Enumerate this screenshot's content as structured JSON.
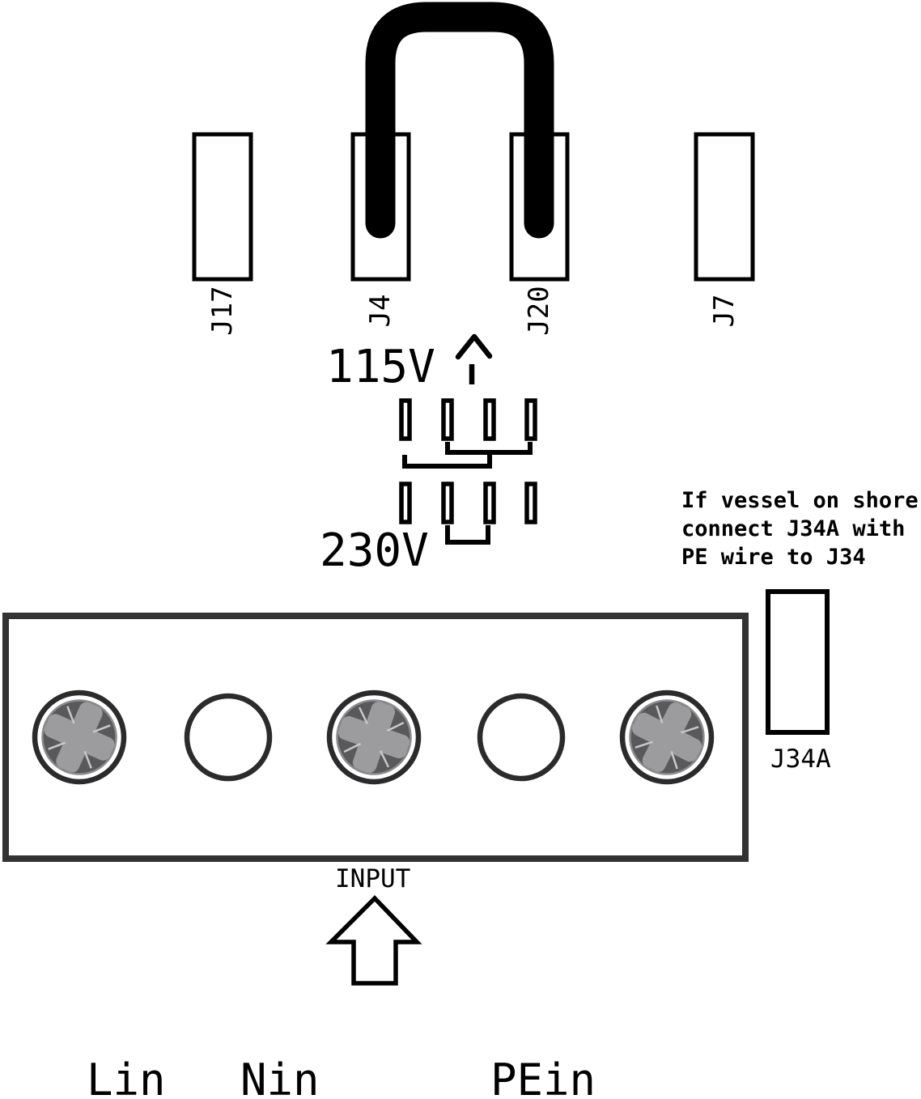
{
  "connectors": {
    "j17": "J17",
    "j4": "J4",
    "j20": "J20",
    "j7": "J7",
    "j34a": "J34A"
  },
  "voltage_options": {
    "v115": "115V",
    "v230": "230V"
  },
  "jumper_settings": {
    "v115_bridges": [
      "pin2-pin4",
      "pin1-pin3"
    ],
    "v230_bridges": [
      "pin2-pin3"
    ]
  },
  "note": {
    "lines": [
      "If vessel on shore",
      "connect J34A with",
      "PE wire to J34"
    ]
  },
  "input": {
    "label": "INPUT"
  },
  "terminals": {
    "lin": "Lin",
    "nin": "Nin",
    "pein": "PEin"
  },
  "colors": {
    "line": "#000000",
    "block_border": "#323232",
    "ring": "#2b2b2b",
    "screw_face": "#59595b",
    "screw_face_rim": "#8a8a8c",
    "screw_cross": "#9c9c9e",
    "sparkle": "#c9c9cb"
  }
}
